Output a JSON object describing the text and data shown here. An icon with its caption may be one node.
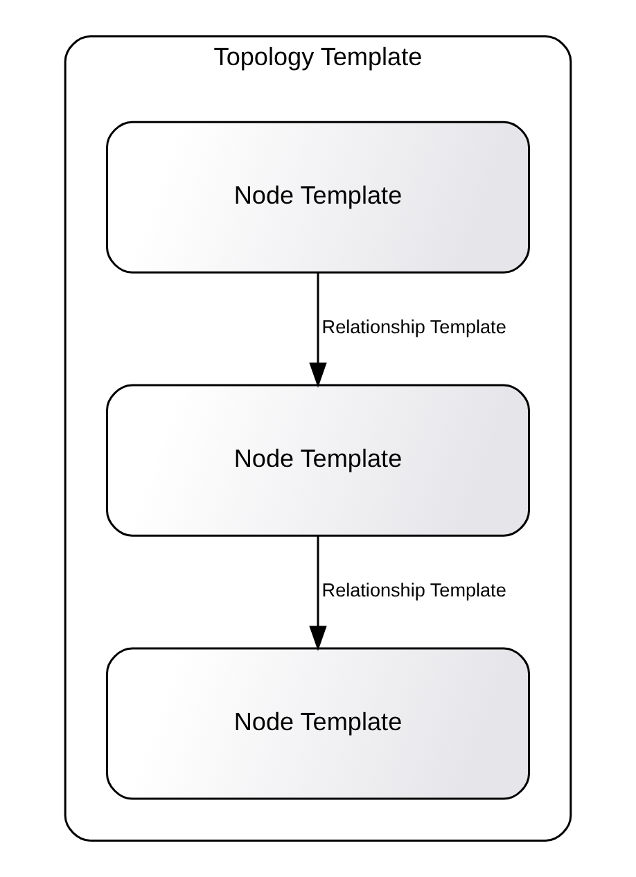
{
  "diagram": {
    "nodes": [
      {
        "text": [
          "Topology Template"
        ]
      },
      {
        "text": [
          "Node Template"
        ],
        "in": 0
      },
      {
        "text": [
          "Node Template"
        ],
        "in": 0
      },
      {
        "text": [
          "Node Template"
        ],
        "in": 0
      }
    ],
    "edges": [
      {
        "from": 1,
        "to": 2,
        "arrow": "to",
        "label": "Relationship Template"
      },
      {
        "from": 2,
        "to": 3,
        "arrow": "to",
        "label": "Relationship Template"
      }
    ]
  }
}
